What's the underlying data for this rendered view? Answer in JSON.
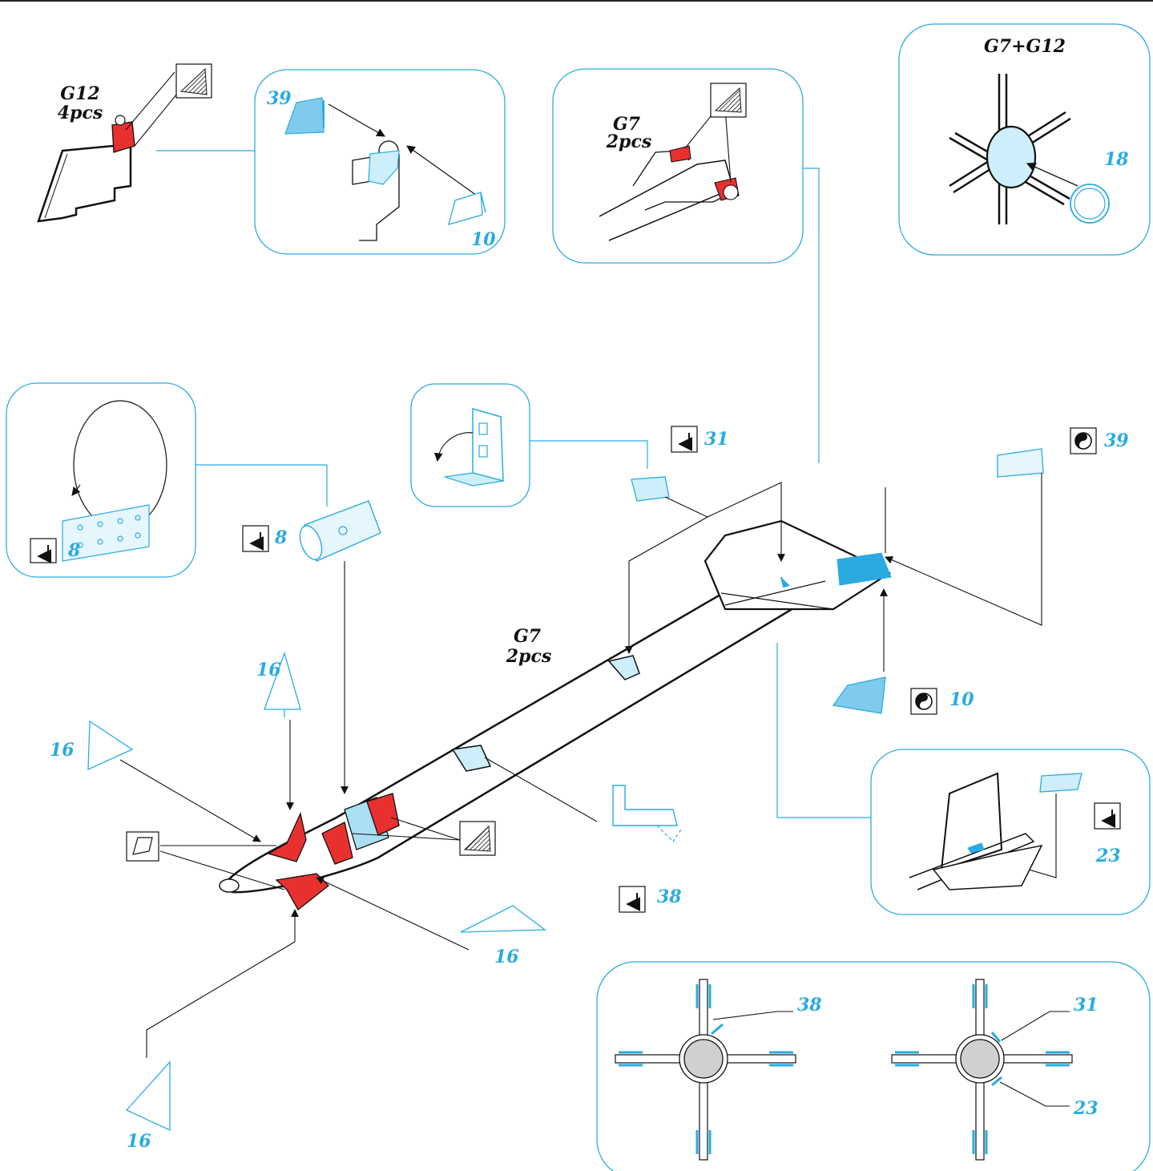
{
  "colors": {
    "accent": "#29abe2",
    "part_fill": "#a9def5",
    "remove": "#e8312f",
    "line": "#111111"
  },
  "labels": {
    "g12_title": "G12",
    "g12_qty": "4pcs",
    "g7_inset_title": "G7",
    "g7_inset_qty": "2pcs",
    "g7g12_title": "G7+G12",
    "g7_main_title": "G7",
    "g7_main_qty": "2pcs"
  },
  "part_numbers": {
    "p39_inset": "39",
    "p10_inset": "10",
    "p18": "18",
    "p8_inset": "8",
    "p8_main": "8",
    "p31": "31",
    "p39_main": "39",
    "p10_main": "10",
    "p16_a": "16",
    "p16_b": "16",
    "p16_c": "16",
    "p16_d": "16",
    "p38_main": "38",
    "p23_inset": "23",
    "p38_diag": "38",
    "p31_diag": "31",
    "p23_diag": "23"
  },
  "icons": [
    "bend-icon",
    "texture-hatch-icon",
    "paint-symbol-icon",
    "flat-plate-icon",
    "arrow-icon"
  ]
}
